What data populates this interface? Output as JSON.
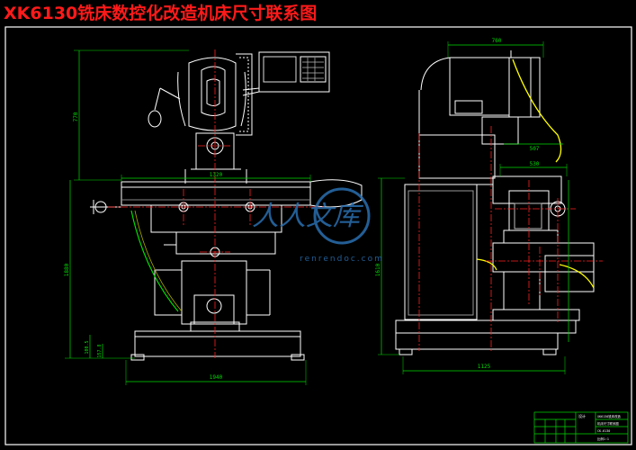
{
  "title": "XK6130铣床数控化改造机床尺寸联系图",
  "watermark": {
    "main": "人人文库",
    "sub": "renrendoc.com"
  },
  "front_view": {
    "dims": {
      "overall_width": "1940",
      "table_width": "1320",
      "column_height": "770",
      "total_height": "1880",
      "base_height": "100.5",
      "base_step": "157.8"
    }
  },
  "side_view": {
    "dims": {
      "ram_top": "760",
      "ram_reach": "507",
      "table_depth": "530",
      "height": "1610",
      "overall_depth": "1125"
    }
  },
  "title_block": {
    "r1": "设计",
    "r2": "XK6130铣床改造",
    "r3": "机床尺寸联系图",
    "r4": "CK-6130",
    "r5": "比例1:1"
  },
  "colors": {
    "background": "#000000",
    "outline": "#ffffff",
    "centerline": "#ff2020",
    "dimension": "#00dd00",
    "title": "#ff1a1a",
    "accent": "#ffff00",
    "watermark": "#2a6fb0"
  }
}
